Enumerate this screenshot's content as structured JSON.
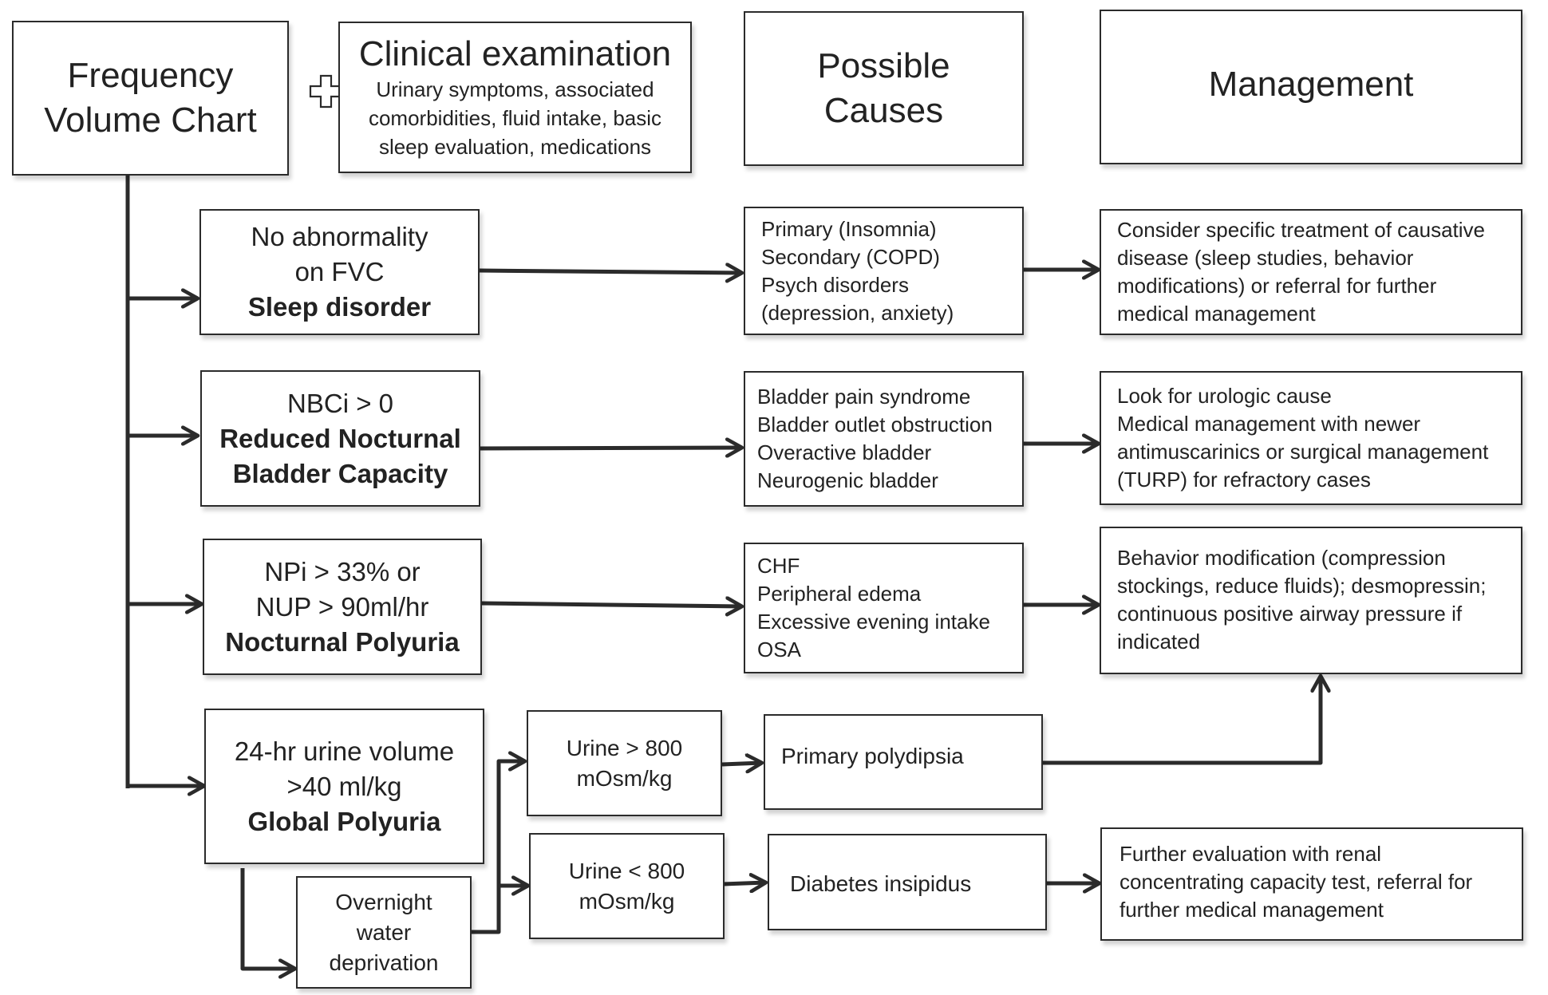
{
  "headers": {
    "fvc": [
      "Frequency",
      "Volume Chart"
    ],
    "plus_icon": "plus-icon",
    "clinical": {
      "title": "Clinical examination",
      "lines": [
        "Urinary symptoms, associated",
        "comorbidities, fluid intake, basic",
        "sleep evaluation, medications"
      ]
    },
    "causes": [
      "Possible",
      "Causes"
    ],
    "management": "Management"
  },
  "rows": [
    {
      "condition": [
        "No abnormality",
        "on FVC"
      ],
      "diagnosis": [
        "Sleep disorder"
      ],
      "causes": [
        "Primary (Insomnia)",
        "Secondary (COPD)",
        "Psych disorders",
        "(depression, anxiety)"
      ],
      "management": [
        "Consider specific treatment of causative",
        "disease (sleep studies, behavior",
        "modifications) or referral for further",
        "medical management"
      ]
    },
    {
      "condition": [
        "NBCi > 0"
      ],
      "diagnosis": [
        "Reduced Nocturnal",
        "Bladder Capacity"
      ],
      "causes": [
        "Bladder pain syndrome",
        "Bladder outlet obstruction",
        "Overactive bladder",
        "Neurogenic bladder"
      ],
      "management": [
        "Look for urologic cause",
        "Medical management with newer",
        "antimuscarinics or surgical management",
        "(TURP) for refractory cases"
      ]
    },
    {
      "condition": [
        "NPi > 33% or",
        "NUP > 90ml/hr"
      ],
      "diagnosis": [
        "Nocturnal Polyuria"
      ],
      "causes": [
        "CHF",
        "Peripheral edema",
        "Excessive evening intake",
        "OSA"
      ],
      "management": [
        "Behavior modification (compression",
        "stockings, reduce fluids); desmopressin;",
        "continuous positive airway pressure if",
        "indicated"
      ]
    },
    {
      "condition": [
        "24-hr urine volume",
        ">40 ml/kg"
      ],
      "diagnosis": [
        "Global Polyuria"
      ]
    }
  ],
  "global_branch": {
    "test": [
      "Overnight",
      "water",
      "deprivation"
    ],
    "high": [
      "Urine > 800",
      "mOsm/kg"
    ],
    "low": [
      "Urine < 800",
      "mOsm/kg"
    ],
    "high_cause": "Primary polydipsia",
    "low_cause": "Diabetes insipidus",
    "low_management": [
      "Further evaluation with renal",
      "concentrating capacity test, referral for",
      "further medical management"
    ]
  }
}
